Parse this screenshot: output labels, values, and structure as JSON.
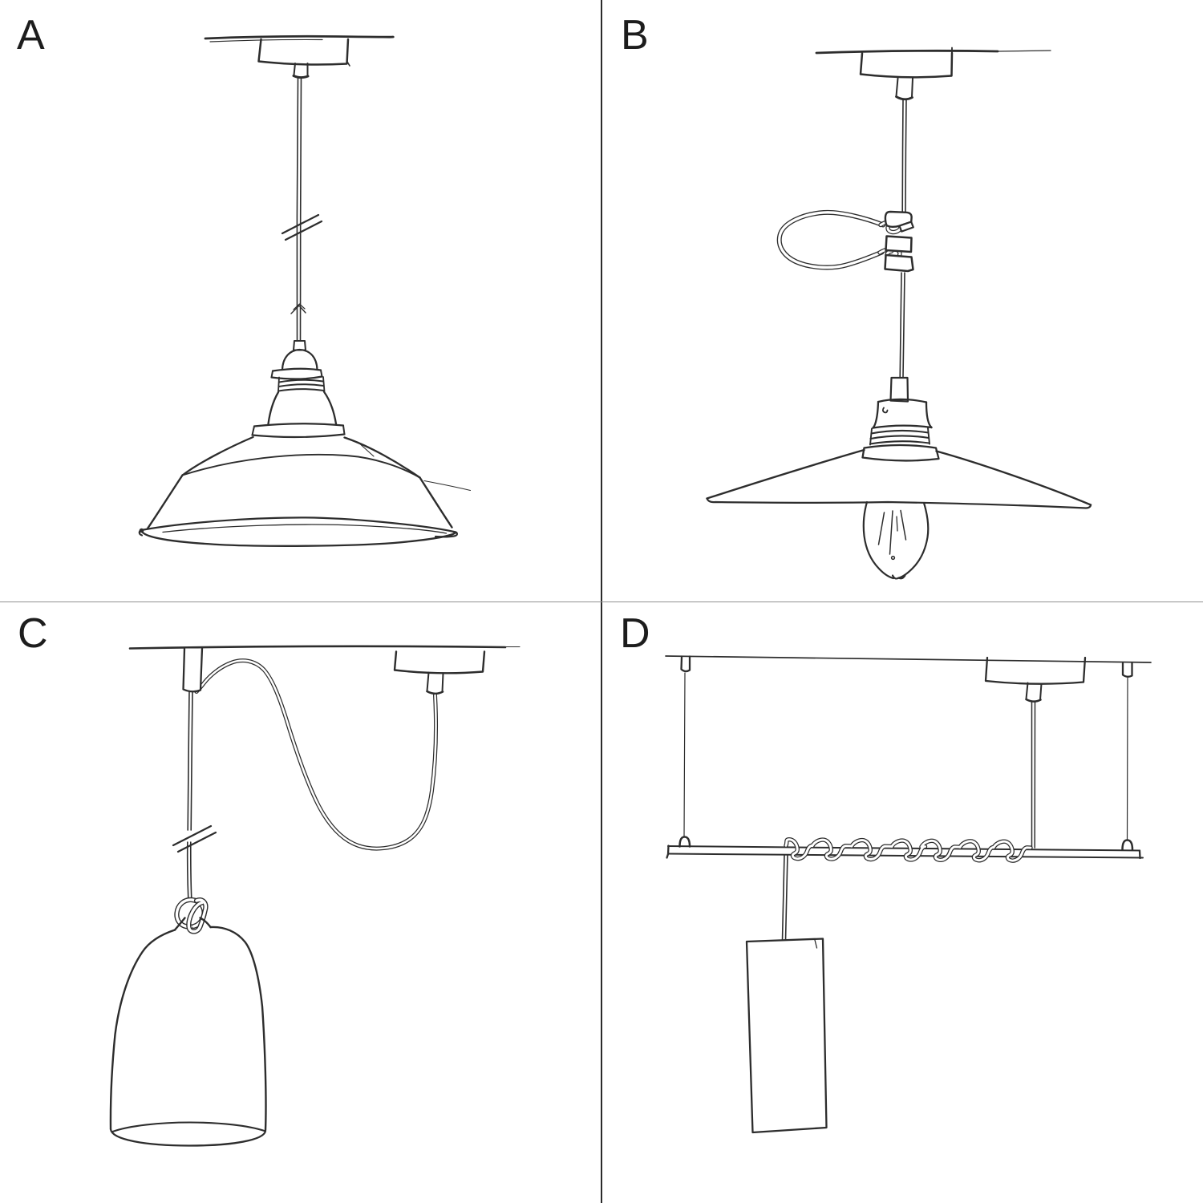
{
  "background_color": "#ffffff",
  "ink_color": "#2d2d2d",
  "divider_vertical_color": "#2b2b2b",
  "divider_horizontal_color": "#909090",
  "panels": [
    {
      "label": "A",
      "sketch": "pendant with ceiling rose, cable shortened, industrial bistro shade"
    },
    {
      "label": "B",
      "sketch": "pendant with ceiling rose, leather strap cable holder, flat plate shade with exposed bulb"
    },
    {
      "label": "C",
      "sketch": "swag pendant over ceiling hook with knotted cable and bell shade"
    },
    {
      "label": "D",
      "sketch": "pendant with cable coiled on suspended wooden bar and tube shade"
    }
  ]
}
